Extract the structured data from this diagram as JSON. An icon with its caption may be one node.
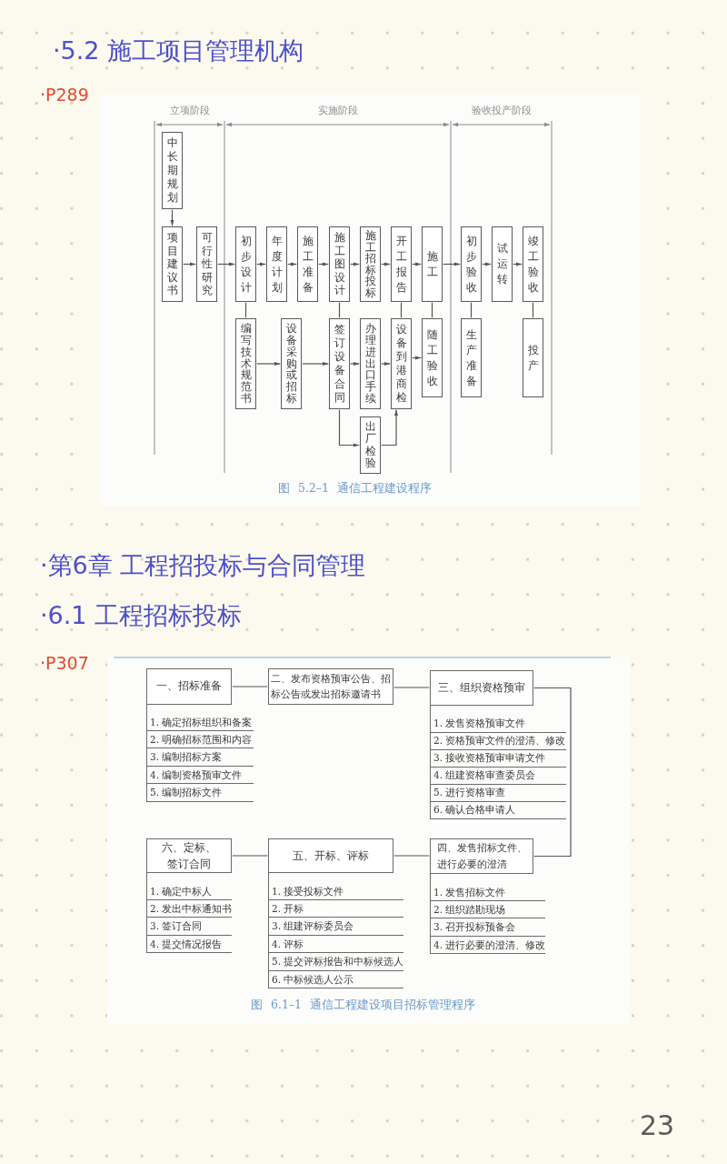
{
  "diagram": {
    "nodes": [
      {
        "text": [
          "中长期规划"
        ]
      },
      {
        "text": [
          "项目建议书"
        ]
      },
      {
        "text": [
          "可行性研究"
        ]
      },
      {
        "text": [
          "初步设计"
        ]
      },
      {
        "text": [
          "年度计划"
        ]
      },
      {
        "text": [
          "施工准备"
        ]
      },
      {
        "text": [
          "施工图设计"
        ]
      },
      {
        "text": [
          "施工招标投标"
        ]
      },
      {
        "text": [
          "开工报告"
        ]
      },
      {
        "text": [
          "施工"
        ]
      },
      {
        "text": [
          "初步验收"
        ]
      },
      {
        "text": [
          "试运转"
        ]
      },
      {
        "text": [
          "竣工验收"
        ]
      },
      {
        "text": [
          "编写技术规范书"
        ]
      },
      {
        "text": [
          "设备采购或招标"
        ]
      },
      {
        "text": [
          "签订设备合同"
        ]
      },
      {
        "text": [
          "办理进出口手续"
        ]
      },
      {
        "text": [
          "设备到港商检"
        ]
      },
      {
        "text": [
          "随工验收"
        ]
      },
      {
        "text": [
          "生产准备"
        ]
      },
      {
        "text": [
          "投产"
        ]
      },
      {
        "text": [
          "出厂检验"
        ]
      },
      {
        "text": [
          "一、招标准备"
        ]
      },
      {
        "text": [
          "1. 确定招标组织和备案",
          "2. 明确招标范围和内容",
          "3. 编制招标方案",
          "4. 编制资格预审文件",
          "5. 编制招标文件"
        ]
      },
      {
        "text": [
          "二、发布资格预审公告、招标公告或发出招标邀请书"
        ]
      },
      {
        "text": [
          "三、组织资格预审"
        ]
      },
      {
        "text": [
          "1. 发售资格预审文件",
          "2. 资格预审文件的澄清、修改",
          "3. 接收资格预审申请文件",
          "4. 组建资格审查委员会",
          "5. 进行资格审查",
          "6. 确认合格申请人"
        ]
      },
      {
        "text": [
          "六、定标、签订合同"
        ]
      },
      {
        "text": [
          "1. 确定中标人",
          "2. 发出中标通知书",
          "3. 签订合同",
          "4. 提交情况报告"
        ]
      },
      {
        "text": [
          "五、开标、评标"
        ]
      },
      {
        "text": [
          "1. 接受投标文件",
          "2. 开标",
          "3. 组建评标委员会",
          "4. 评标",
          "5. 提交评标报告和中标候选人",
          "6. 中标候选人公示"
        ]
      },
      {
        "text": [
          "四、发售招标文件、进行必要的澄清"
        ]
      },
      {
        "text": [
          "1. 发售招标文件",
          "2. 组织踏勘现场",
          "3. 召开投标预备会",
          "4. 进行必要的澄清、修改"
        ]
      }
    ],
    "edges": [
      {
        "from": 0,
        "to": 1,
        "arrow": "to"
      },
      {
        "from": 1,
        "to": 2,
        "arrow": "to"
      },
      {
        "from": 2,
        "to": 3,
        "arrow": "to"
      },
      {
        "from": 3,
        "to": 4,
        "arrow": "to"
      },
      {
        "from": 4,
        "to": 5,
        "arrow": "to"
      },
      {
        "from": 5,
        "to": 6,
        "arrow": "to"
      },
      {
        "from": 6,
        "to": 7,
        "arrow": "to"
      },
      {
        "from": 7,
        "to": 8,
        "arrow": "to"
      },
      {
        "from": 8,
        "to": 9,
        "arrow": "to"
      },
      {
        "from": 9,
        "to": 10,
        "arrow": "to"
      },
      {
        "from": 10,
        "to": 11,
        "arrow": "to"
      },
      {
        "from": 11,
        "to": 12,
        "arrow": "to"
      },
      {
        "from": 3,
        "to": 13,
        "arrow": "none"
      },
      {
        "from": 13,
        "to": 14,
        "arrow": "to"
      },
      {
        "from": 14,
        "to": 15,
        "arrow": "to"
      },
      {
        "from": 6,
        "to": 15,
        "arrow": "none"
      },
      {
        "from": 15,
        "to": 16,
        "arrow": "to"
      },
      {
        "from": 16,
        "to": 17,
        "arrow": "to"
      },
      {
        "from": 17,
        "to": 18,
        "arrow": "to"
      },
      {
        "from": 8,
        "to": 17,
        "arrow": "none"
      },
      {
        "from": 9,
        "to": 18,
        "arrow": "none"
      },
      {
        "from": 10,
        "to": 19,
        "arrow": "none"
      },
      {
        "from": 12,
        "to": 20,
        "arrow": "none"
      },
      {
        "from": 15,
        "to": 21,
        "arrow": "to"
      },
      {
        "from": 21,
        "to": 17,
        "arrow": "to"
      },
      {
        "from": 22,
        "to": 24,
        "arrow": "none"
      },
      {
        "from": 24,
        "to": 25,
        "arrow": "none"
      },
      {
        "from": 25,
        "to": 31,
        "arrow": "none"
      },
      {
        "from": 31,
        "to": 29,
        "arrow": "none"
      },
      {
        "from": 29,
        "to": 27,
        "arrow": "none"
      }
    ],
    "labels": [
      "·5.2 施工项目管理机构",
      "·P289",
      "立项阶段",
      "实施阶段",
      "验收投产阶段",
      "图 5.2–1 通信工程建设程序",
      "·第6章 工程招投标与合同管理",
      "·6.1 工程招标投标",
      "·P307",
      "图 6.1–1 通信工程建设项目招标管理程序",
      "23"
    ]
  }
}
